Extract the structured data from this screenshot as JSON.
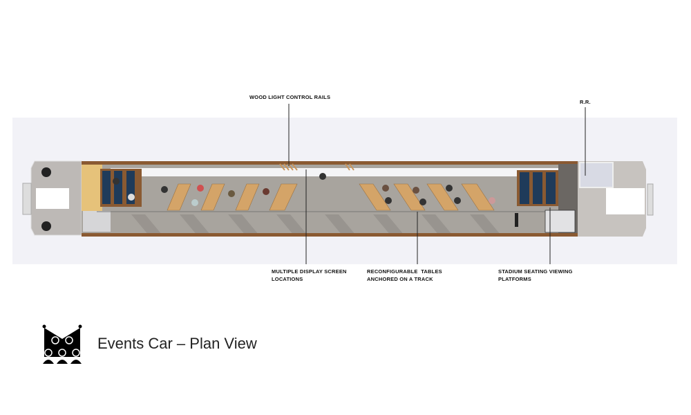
{
  "callouts": {
    "wood_rails": "WOOD LIGHT CONTROL RAILS",
    "rr": "R.R.",
    "display_line1": "MULTIPLE DISPLAY SCREEN",
    "display_line2": "LOCATIONS",
    "tables_line1": "RECONFIGURABLE  TABLES",
    "tables_line2": "ANCHORED ON A TRACK",
    "stadium_line1": "STADIUM SEATING VIEWING",
    "stadium_line2": "PLATFORMS"
  },
  "title": "Events Car – Plan View",
  "icon": "events-audience-spotlight-icon",
  "colors": {
    "wood": "#c9955c",
    "floor": "#a9a59f",
    "seat": "#1f3b5a",
    "rail": "#8a5a32"
  }
}
